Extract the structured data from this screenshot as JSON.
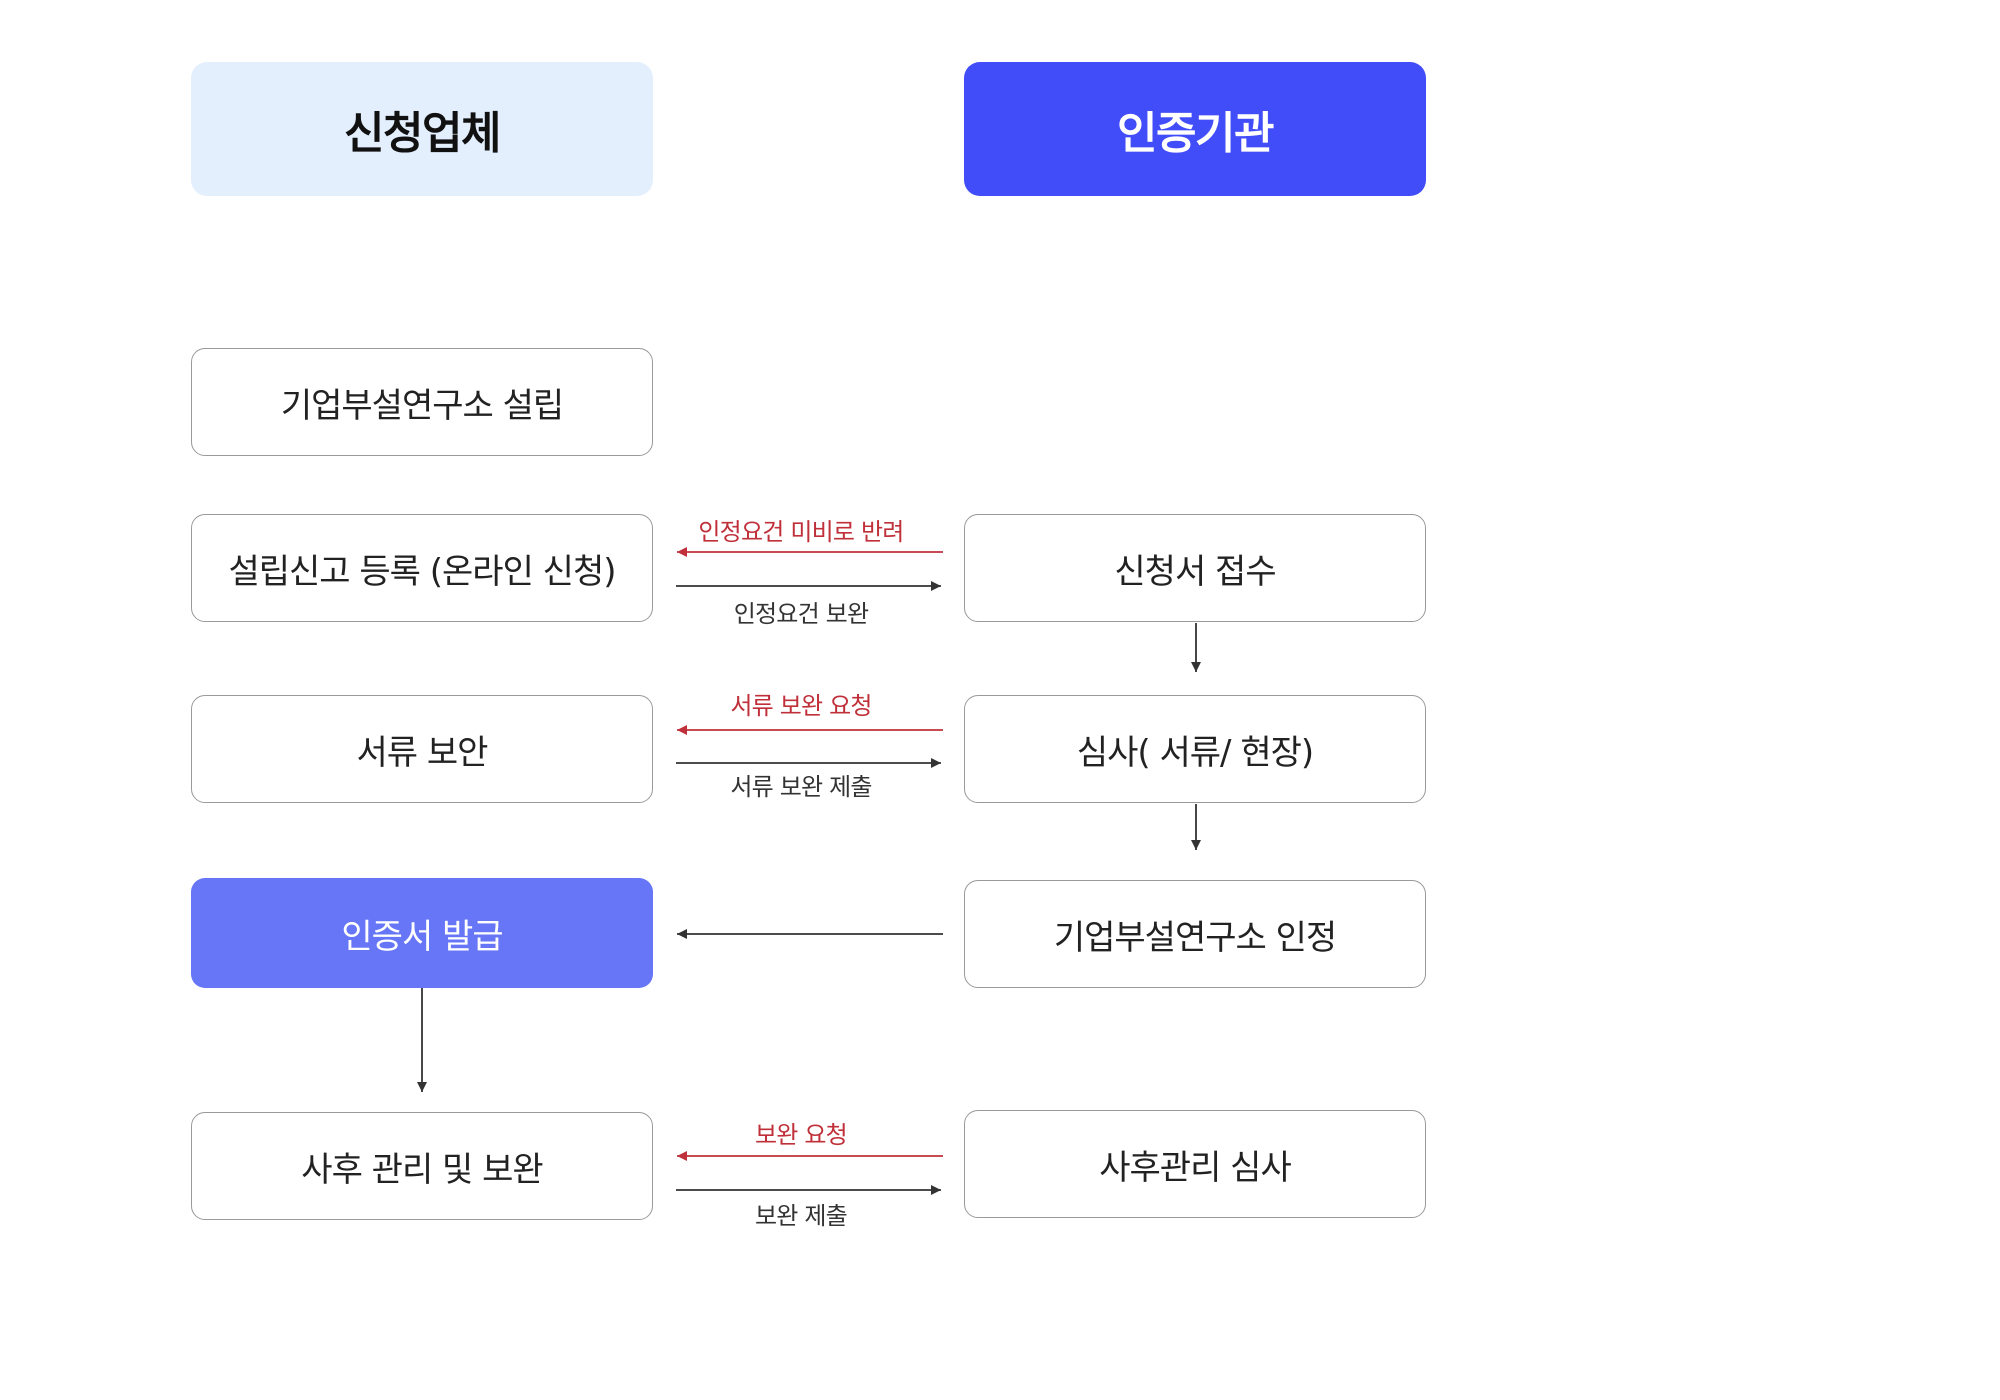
{
  "headers": {
    "applicant": "신청업체",
    "certifier": "인증기관"
  },
  "left_steps": {
    "establish": "기업부설연구소 설립",
    "register": "설립신고 등록 (온라인 신청)",
    "supplement_docs": "서류 보안",
    "issue": "인증서 발급",
    "post_manage": "사후 관리 및 보완"
  },
  "right_steps": {
    "receive": "신청서 접수",
    "review": "심사( 서류/ 현장)",
    "recognize": "기업부설연구소 인정",
    "post_review": "사후관리 심사"
  },
  "edge_labels": {
    "reject": "인정요건 미비로 반려",
    "req_supplement": "인정요건 보완",
    "doc_request": "서류 보완 요청",
    "doc_submit": "서류 보완 제출",
    "post_request": "보완 요청",
    "post_submit": "보완 제출"
  },
  "colors": {
    "header_applicant_bg": "#e4effe",
    "header_certifier_bg": "#424dfa",
    "issue_box_bg": "#6676f7",
    "request_arrow": "#c0303a",
    "submit_arrow": "#333333"
  }
}
